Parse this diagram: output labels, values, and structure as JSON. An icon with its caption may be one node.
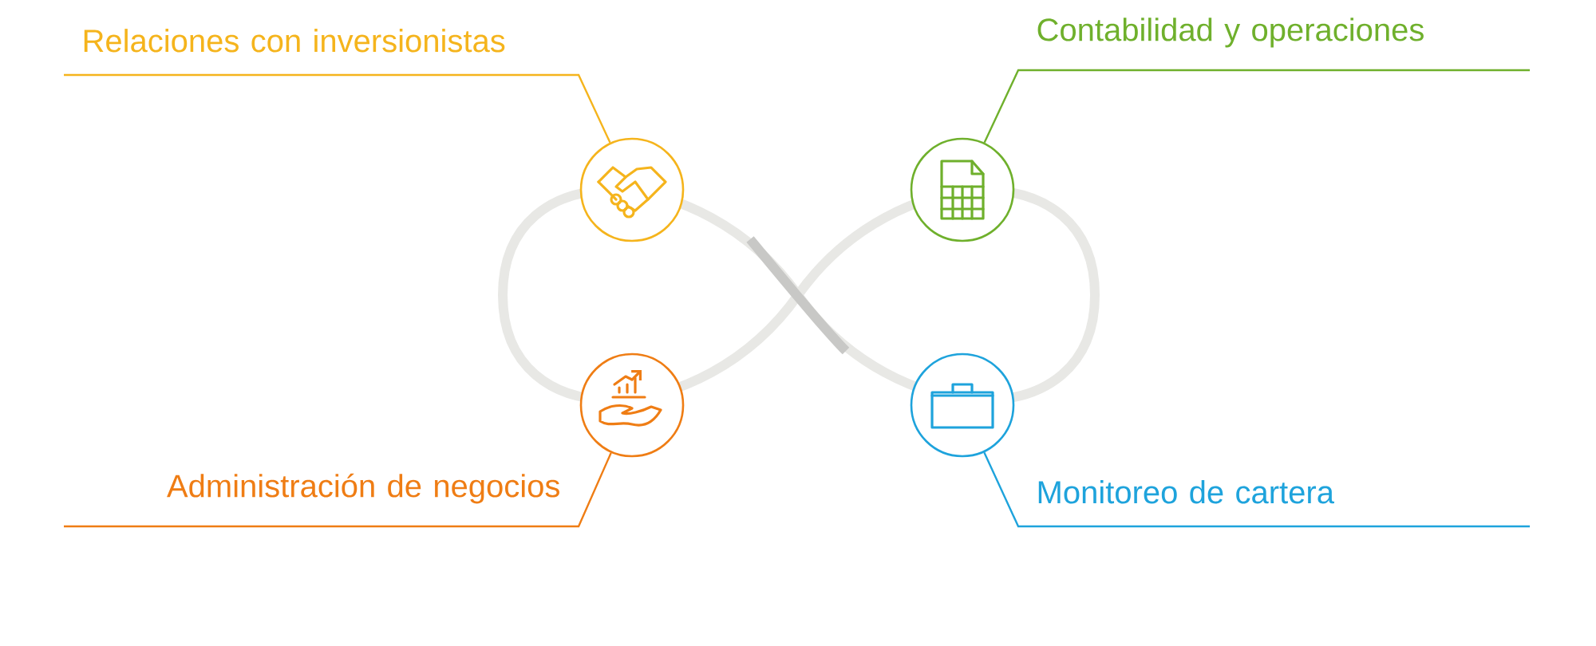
{
  "diagram": {
    "nodes": [
      {
        "text": [
          "Relaciones con inversionistas"
        ]
      },
      {
        "text": [
          "Contabilidad y operaciones"
        ]
      },
      {
        "text": [],
        "shape": "circle"
      },
      {
        "text": [],
        "shape": "circle"
      },
      {
        "text": [],
        "shape": "circle"
      },
      {
        "text": [],
        "shape": "circle"
      },
      {
        "text": [
          "Administración de negocios"
        ]
      },
      {
        "text": [
          "Monitoreo de cartera"
        ]
      }
    ],
    "edges": [
      {
        "from": 0,
        "to": 2,
        "arrow": "none",
        "color": "#f5b41c"
      },
      {
        "from": 1,
        "to": 3,
        "arrow": "none",
        "color": "#6fb02c"
      },
      {
        "from": 6,
        "to": 4,
        "arrow": "none",
        "color": "#ef7d14"
      },
      {
        "from": 7,
        "to": 5,
        "arrow": "none",
        "color": "#1ea3dc"
      }
    ]
  }
}
